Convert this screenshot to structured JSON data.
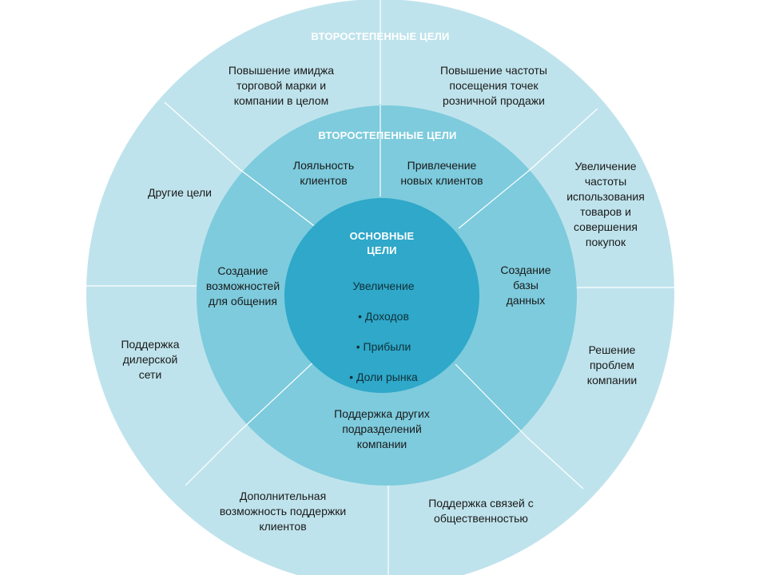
{
  "colors": {
    "outer_ring": "#bfe3ec",
    "middle_ring": "#7dcbdd",
    "inner_circle": "#2fa8c9",
    "divider": "#ffffff",
    "text": "#1a1a1a",
    "header_text": "#ffffff"
  },
  "outer_ring": {
    "title": "ВТОРОСТЕПЕННЫЕ ЦЕЛИ",
    "items": {
      "brand_image": "Повышение имиджа\nторговой марки и\nкомпании в целом",
      "visit_frequency": "Повышение частоты\nпосещения точек\nрозничной продажи",
      "usage_frequency": "Увеличение\nчастоты\nиспользования\nтоваров и\nсовершения\nпокупок",
      "other_goals": "Другие цели",
      "dealer_support": "Поддержка\nдилерской\nсети",
      "problem_solving": "Решение\nпроблем\nкомпании",
      "customer_support": "Дополнительная\nвозможность поддержки\nклиентов",
      "public_relations": "Поддержка связей с\nобщественностью"
    }
  },
  "middle_ring": {
    "title": "ВТОРОСТЕПЕННЫЕ ЦЕЛИ",
    "items": {
      "loyalty": "Лояльность\nклиентов",
      "new_clients": "Привлечение\nновых клиентов",
      "communication": "Создание\nвозможностей\nдля общения",
      "database": "Создание\nбазы\nданных",
      "divisions": "Поддержка других\nподразделений\nкомпании"
    }
  },
  "core": {
    "title": "ОСНОВНЫЕ\nЦЕЛИ",
    "lead": "Увеличение",
    "bullets": [
      "• Доходов",
      "• Прибыли",
      "• Доли рынка"
    ]
  }
}
